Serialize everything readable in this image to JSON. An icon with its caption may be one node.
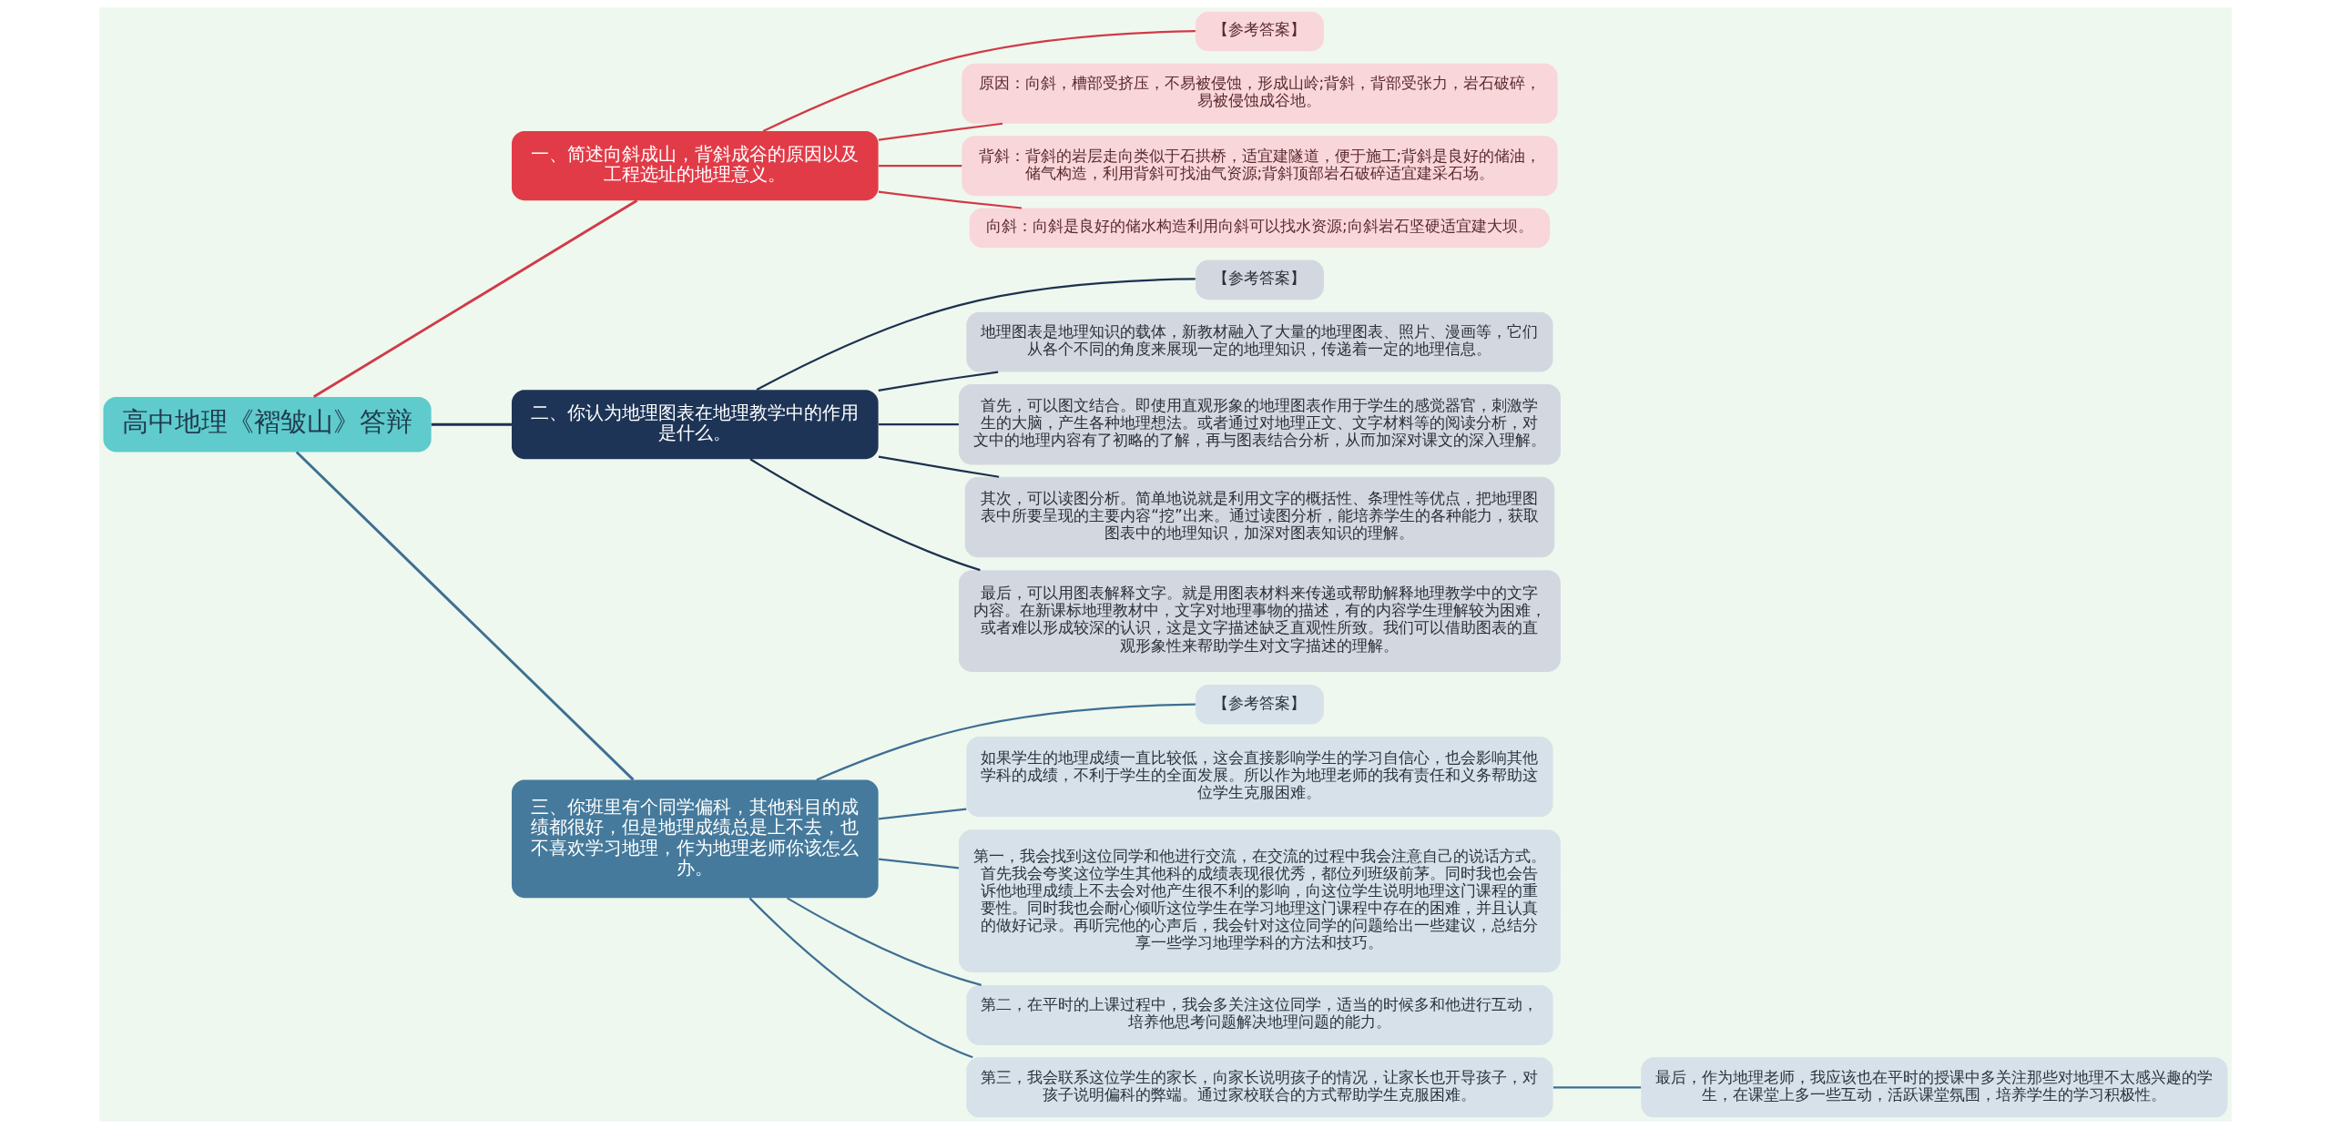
{
  "diagram": {
    "nodes": [
      {
        "text": [
          "高中地理《褶皱山》答辩"
        ]
      },
      {
        "text": [
          "一、简述向斜成山，背斜成谷的原因以及工程选址的地理意义。"
        ]
      },
      {
        "text": [
          "【参考答案】"
        ]
      },
      {
        "text": [
          "原因：向斜，槽部受挤压，不易被侵蚀，形成山岭;背斜，背部受张力，岩石破碎，易被侵蚀成谷地。"
        ]
      },
      {
        "text": [
          "背斜：背斜的岩层走向类似于石拱桥，适宜建隧道，便于施工;背斜是良好的储油，储气构造，利用背斜可找油气资源;背斜顶部岩石破碎适宜建采石场。"
        ]
      },
      {
        "text": [
          "向斜：向斜是良好的储水构造利用向斜可以找水资源;向斜岩石坚硬适宜建大坝。"
        ]
      },
      {
        "text": [
          "二、你认为地理图表在地理教学中的作用是什么。"
        ]
      },
      {
        "text": [
          "【参考答案】"
        ]
      },
      {
        "text": [
          "地理图表是地理知识的载体，新教材融入了大量的地理图表、照片、漫画等，它们从各个不同的角度来展现一定的地理知识，传递着一定的地理信息。"
        ]
      },
      {
        "text": [
          "首先，可以图文结合。即使用直观形象的地理图表作用于学生的感觉器官，刺激学生的大脑，产生各种地理想法。或者通过对地理正文、文字材料等的阅读分析，对文中的地理内容有了初略的了解，再与图表结合分析，从而加深对课文的深入理解。"
        ]
      },
      {
        "text": [
          "其次，可以读图分析。简单地说就是利用文字的概括性、条理性等优点，把地理图表中所要呈现的主要内容“挖”出来。通过读图分析，能培养学生的各种能力，获取图表中的地理知识，加深对图表知识的理解。"
        ]
      },
      {
        "text": [
          "最后，可以用图表解释文字。就是用图表材料来传递或帮助解释地理教学中的文字内容。在新课标地理教材中，文字对地理事物的描述，有的内容学生理解较为困难，或者难以形成较深的认识，这是文字描述缺乏直观性所致。我们可以借助图表的直观形象性来帮助学生对文字描述的理解。"
        ]
      },
      {
        "text": [
          "三、你班里有个同学偏科，其他科目的成绩都很好，但是地理成绩总是上不去，也不喜欢学习地理，作为地理老师你该怎么办。"
        ]
      },
      {
        "text": [
          "【参考答案】"
        ]
      },
      {
        "text": [
          "如果学生的地理成绩一直比较低，这会直接影响学生的学习自信心，也会影响其他学科的成绩，不利于学生的全面发展。所以作为地理老师的我有责任和义务帮助这位学生克服困难。"
        ]
      },
      {
        "text": [
          "第一，我会找到这位同学和他进行交流，在交流的过程中我会注意自己的说话方式。首先我会夸奖这位学生其他科的成绩表现很优秀，都位列班级前茅。同时我也会告诉他地理成绩上不去会对他产生很不利的影响，向这位学生说明地理这门课程的重要性。同时我也会耐心倾听这位学生在学习地理这门课程中存在的困难，并且认真的做好记录。再听完他的心声后，我会针对这位同学的问题给出一些建议，总结分享一些学习地理学科的方法和技巧。"
        ]
      },
      {
        "text": [
          "第二，在平时的上课过程中，我会多关注这位同学，适当的时候多和他进行互动，培养他思考问题解决地理问题的能力。"
        ]
      },
      {
        "text": [
          "第三，我会联系这位学生的家长，向家长说明孩子的情况，让家长也开导孩子，对孩子说明偏科的弊端。通过家校联合的方式帮助学生克服困难。"
        ]
      },
      {
        "text": [
          "最后，作为地理老师，我应该也在平时的授课中多关注那些对地理不太感兴趣的学生，在课堂上多一些互动，活跃课堂氛围，培养学生的学习积极性。"
        ]
      }
    ],
    "edges": [
      {
        "from": 0,
        "to": 1,
        "arrow": "none",
        "color": "#d13a48"
      },
      {
        "from": 1,
        "to": 2,
        "arrow": "none",
        "color": "#d13a48"
      },
      {
        "from": 1,
        "to": 3,
        "arrow": "none",
        "color": "#d13a48"
      },
      {
        "from": 1,
        "to": 4,
        "arrow": "none",
        "color": "#d13a48"
      },
      {
        "from": 1,
        "to": 5,
        "arrow": "none",
        "color": "#d13a48"
      },
      {
        "from": 0,
        "to": 6,
        "arrow": "none",
        "color": "#1c3150"
      },
      {
        "from": 6,
        "to": 7,
        "arrow": "none",
        "color": "#1c3150"
      },
      {
        "from": 6,
        "to": 8,
        "arrow": "none",
        "color": "#1c3150"
      },
      {
        "from": 6,
        "to": 9,
        "arrow": "none",
        "color": "#1c3150"
      },
      {
        "from": 6,
        "to": 10,
        "arrow": "none",
        "color": "#1c3150"
      },
      {
        "from": 6,
        "to": 11,
        "arrow": "none",
        "color": "#1c3150"
      },
      {
        "from": 0,
        "to": 12,
        "arrow": "none"
      },
      {
        "from": 12,
        "to": 13,
        "arrow": "none"
      },
      {
        "from": 12,
        "to": 14,
        "arrow": "none"
      },
      {
        "from": 12,
        "to": 15,
        "arrow": "none"
      },
      {
        "from": 12,
        "to": 16,
        "arrow": "none"
      },
      {
        "from": 12,
        "to": 17,
        "arrow": "none"
      },
      {
        "from": 17,
        "to": 18,
        "arrow": "none"
      }
    ]
  }
}
